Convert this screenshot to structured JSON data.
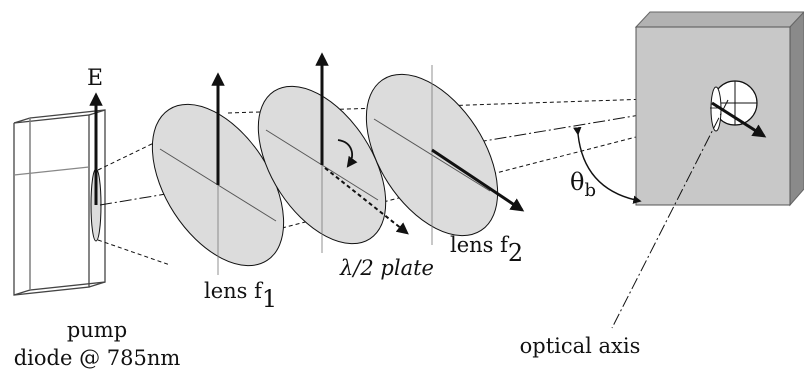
{
  "labels": {
    "field": "E",
    "pump_line1": "pump",
    "pump_line2": "diode @ 785nm",
    "lens1": "lens f",
    "lens1_sub": "1",
    "halfwave": "λ/2 plate",
    "lens2": "lens f",
    "lens2_sub": "2",
    "angle": "θ",
    "angle_sub": "b",
    "axis": "optical axis"
  },
  "colors": {
    "stroke": "#111111",
    "lens_fill": "#dcdcdc",
    "crystal_front": "#c8c8c8",
    "crystal_side": "#8f8f8f",
    "crystal_top": "#b2b2b2",
    "spot_fill": "#ffffff"
  },
  "icons": {
    "rotation": "curved-arrow-icon"
  }
}
